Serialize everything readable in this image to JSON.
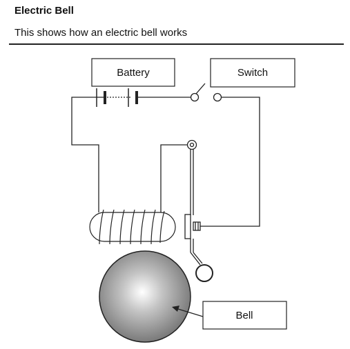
{
  "header": {
    "title": "Electric Bell",
    "subtitle": "This shows how an electric bell works"
  },
  "diagram": {
    "labels": {
      "battery": "Battery",
      "switch": "Switch",
      "bell": "Bell"
    },
    "colors": {
      "line": "#222222",
      "bell_highlight": "#ffffff",
      "bell_shadow": "#6a6a6a"
    }
  }
}
